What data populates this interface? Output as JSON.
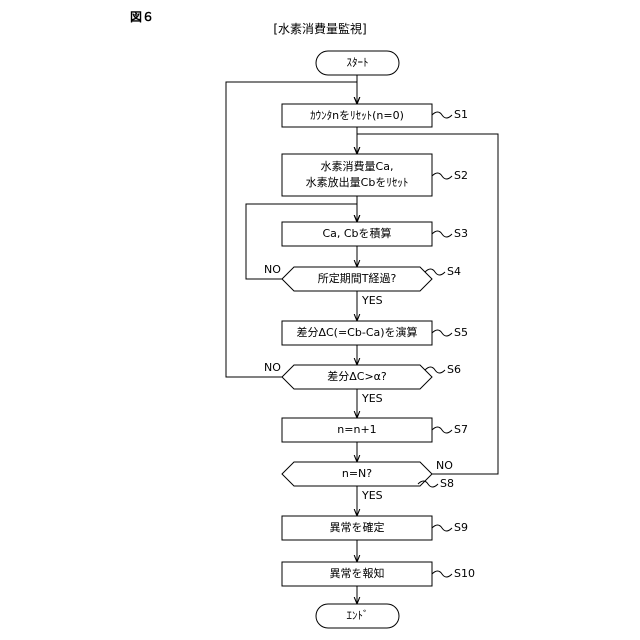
{
  "figure_label": "図６",
  "title": "[水素消費量監視]",
  "start": "ｽﾀｰﾄ",
  "end": "ｴﾝﾄﾞ",
  "steps": {
    "s1": {
      "tag": "S1",
      "text": "ｶｳﾝﾀnをﾘｾｯﾄ(n=0)"
    },
    "s2": {
      "tag": "S2",
      "line1": "水素消費量Ca,",
      "line2": "水素放出量Cbをﾘｾｯﾄ"
    },
    "s3": {
      "tag": "S3",
      "text": "Ca, Cbを積算"
    },
    "s4": {
      "tag": "S4",
      "text": "所定期間T経過?"
    },
    "s5": {
      "tag": "S5",
      "text": "差分ΔC(=Cb-Ca)を演算"
    },
    "s6": {
      "tag": "S6",
      "text": "差分ΔC>α?"
    },
    "s7": {
      "tag": "S7",
      "text": "n=n+1"
    },
    "s8": {
      "tag": "S8",
      "text": "n=N?"
    },
    "s9": {
      "tag": "S9",
      "text": "異常を確定"
    },
    "s10": {
      "tag": "S10",
      "text": "異常を報知"
    }
  },
  "branch": {
    "yes": "YES",
    "no": "NO"
  }
}
